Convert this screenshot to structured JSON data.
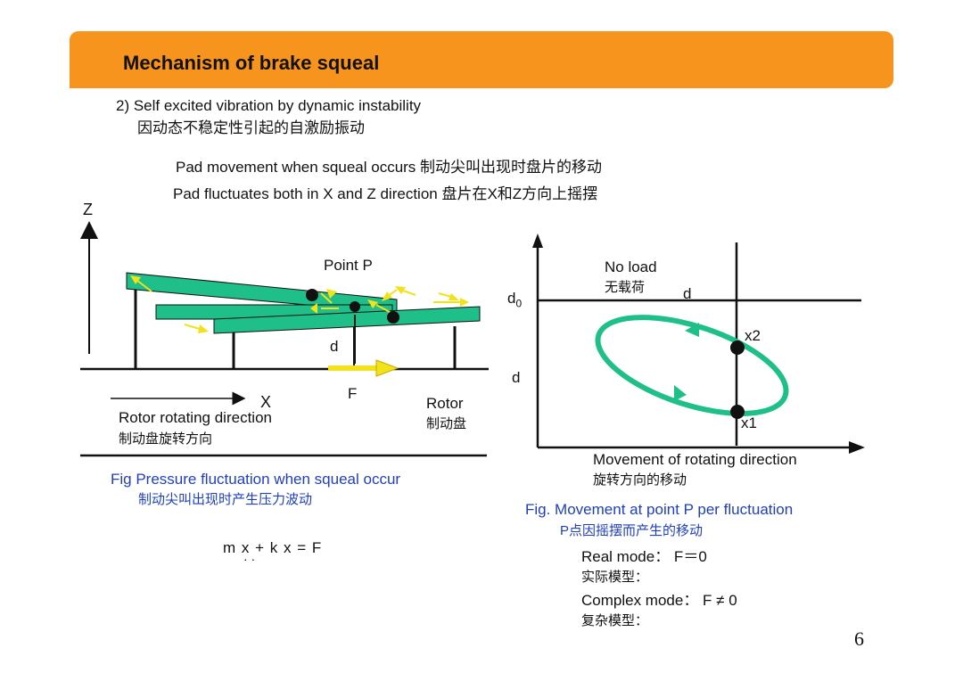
{
  "header": {
    "title": "Mechanism of brake squeal",
    "bar_color": "#f7941d"
  },
  "intro": {
    "line_en": "2) Self excited vibration by dynamic instability",
    "line_cn": "因动态不稳定性引起的自激励振动"
  },
  "description": {
    "line1": "Pad movement when squeal occurs 制动尖叫出现时盘片的移动",
    "line2": "Pad fluctuates both in X and Z direction 盘片在X和Z方向上摇摆"
  },
  "left_figure": {
    "z_label": "Z",
    "x_label": "X",
    "point_label": "Point P",
    "d_label": "d",
    "f_label": "F",
    "rotor_label_en": "Rotor",
    "rotor_label_cn": "制动盘",
    "direction_en": "Rotor rotating direction",
    "direction_cn": "制动盘旋转方向",
    "pad_color": "#1fbf8a",
    "arrow_color": "#f2e21a",
    "caption_en": "Fig Pressure fluctuation when squeal occur",
    "caption_cn": "制动尖叫出现时产生压力波动",
    "equation": "m x + k x = F",
    "equation_dots": "· ·"
  },
  "right_figure": {
    "d0_label": "d",
    "d0_subscript": "0",
    "no_load_en": "No load",
    "no_load_cn": "无载荷",
    "d_top_label": "d",
    "d_left_label": "d",
    "x2_label": "x2",
    "x1_label": "x1",
    "axis_en": "Movement of rotating direction",
    "axis_cn": "旋转方向的移动",
    "ellipse_color": "#1fbf8a",
    "caption_en": "Fig. Movement at point P per  fluctuation",
    "caption_cn": "P点因摇摆而产生的移动"
  },
  "modes": {
    "real_en": "Real mode： F＝0",
    "real_cn": "实际模型：",
    "complex_en": "Complex mode： F ≠ 0",
    "complex_cn": "复杂模型："
  },
  "page_number": "6"
}
